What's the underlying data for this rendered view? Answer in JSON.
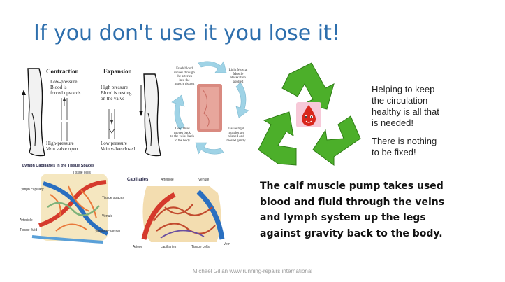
{
  "slide": {
    "title": "If you don't use it you lose it!",
    "footer": "Michael Gillan www.running-repairs.international"
  },
  "diagram_contraction": {
    "heading": "Contraction",
    "line1": "Low-pressure",
    "line2": "Blood is",
    "line3": "forced upwards",
    "bottom1": "High-pressure",
    "bottom2": "Vein valve open"
  },
  "diagram_expansion": {
    "heading": "Expansion",
    "line1": "High pressure",
    "line2": "Blood is resting",
    "line3": "on the valve",
    "bottom1": "Low pressure",
    "bottom2": "Vein valve closed"
  },
  "cycle": {
    "top_left": [
      "Fresh blood",
      "moves through",
      "the arteries",
      "into the",
      "muscle tissues"
    ],
    "top_right": [
      "Light Muscal",
      "Muscle",
      "Relaxation",
      "applied"
    ],
    "bottom_right": [
      "Tissue tight",
      "muscles are",
      "relaxed and",
      "moved gently"
    ],
    "bottom_left": [
      "Used fluid",
      "moves back",
      "to the veins back",
      "to the body"
    ]
  },
  "recycle_text": {
    "p1": [
      "Helping to keep",
      "the circulation",
      "healthy is all that",
      "is needed!"
    ],
    "p2": [
      "There is nothing",
      "to be fixed!"
    ]
  },
  "lymph_diagram": {
    "title": "Lymph Capillaries in the Tissue Spaces",
    "labels": [
      "Tissue cells",
      "Lymph capillary",
      "Tissue spaces",
      "Venule",
      "Arteriole",
      "Tissue fluid",
      "Lymphatic vessel"
    ]
  },
  "capillaries_diagram": {
    "title": "Capillaries",
    "labels": [
      "Arteriole",
      "Venule",
      "Artery",
      "capillaries",
      "Tissue cells",
      "Vein"
    ]
  },
  "description": {
    "lines": [
      "The calf muscle pump takes used",
      "blood and fluid through the veins",
      "and lymph system up the legs",
      "against gravity back to the body."
    ]
  },
  "colors": {
    "title": "#2e6fad",
    "recycle_green": "#4caf2a",
    "blood_drop": "#d9261c",
    "cycle_arrow": "#9fd3e6"
  }
}
